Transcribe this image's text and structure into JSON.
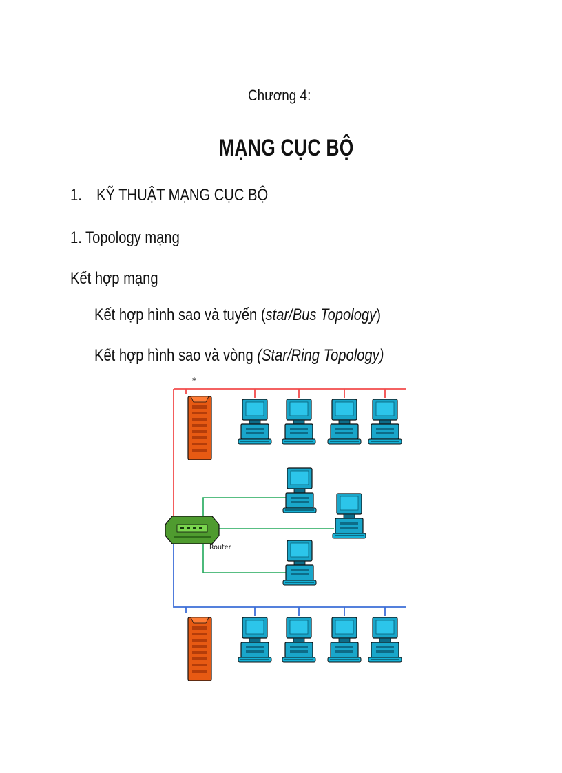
{
  "document": {
    "chapter": "Chương 4:",
    "title": "MẠNG CỤC BỘ",
    "section_number": "1.",
    "section_title": "KỸ THUẬT MẠNG CỤC BỘ",
    "subsection": "1. Topology mạng",
    "topic": "Kết hợp mạng",
    "bullet_1_prefix": "Kết hợp hình sao và tuyến (",
    "bullet_1_italic": "star/Bus Topology",
    "bullet_1_suffix": ")",
    "bullet_2_prefix": "Kết hợp hình sao và vòng ",
    "bullet_2_italic": "(Star/Ring Topology)"
  },
  "diagram": {
    "router_label": "Router",
    "asterisk": "*",
    "colors": {
      "red_line": "#f24b4b",
      "green_line": "#21a85a",
      "blue_line": "#3d6ed8",
      "server_orange": "#e75a13",
      "router_green": "#4f9b2f",
      "computer_teal": "#19a6ca",
      "dark_outline": "#111111"
    }
  }
}
